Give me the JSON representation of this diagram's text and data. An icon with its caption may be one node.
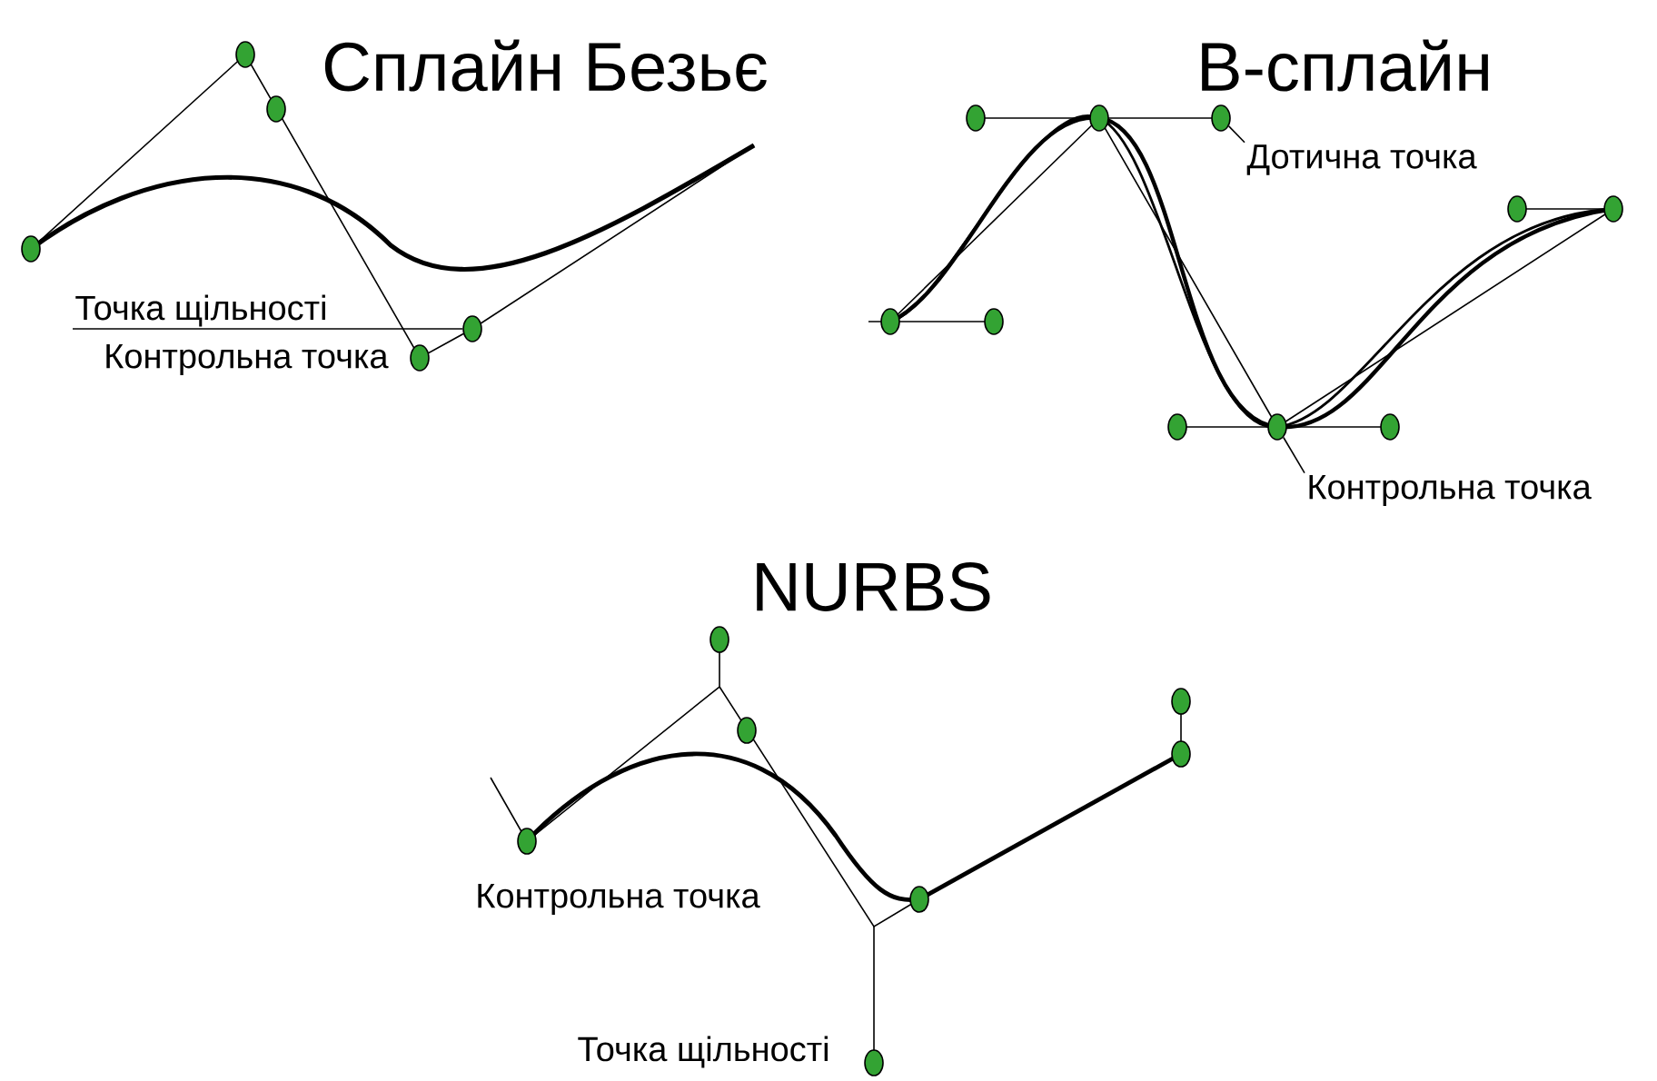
{
  "diagram": {
    "nodes": [
      {
        "text": [
          "Точка щільності"
        ]
      },
      {
        "text": [],
        "shape": "circle"
      },
      {
        "text": [
          "Дотична точка"
        ]
      },
      {
        "text": [],
        "shape": "circle"
      },
      {
        "text": [
          "Контрольна точка"
        ]
      },
      {
        "text": [],
        "shape": "circle"
      }
    ],
    "edges": [
      {
        "from": 0,
        "to": 1,
        "arrow": "none"
      },
      {
        "from": 3,
        "to": 2,
        "arrow": "none"
      },
      {
        "from": 5,
        "to": 4,
        "arrow": "none"
      }
    ],
    "labels": [
      "Сплайн Безьє",
      "Контрольна точка",
      "B-сплайн",
      "NURBS",
      "Контрольна точка",
      "Точка щільності"
    ]
  }
}
